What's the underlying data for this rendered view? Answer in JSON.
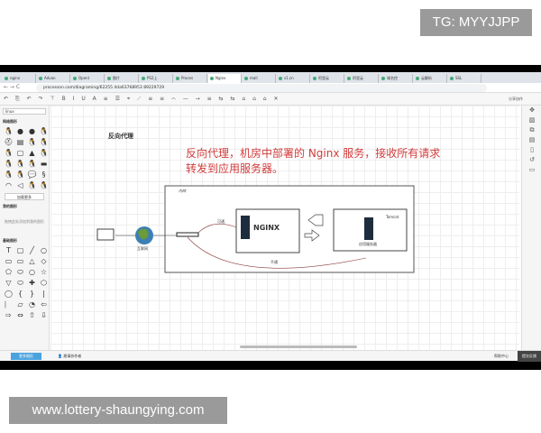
{
  "watermark": "TG: MYYJJPP",
  "site_banner": "www.lottery-shaungying.com",
  "browser": {
    "tabs": [
      {
        "label": "nginx"
      },
      {
        "label": "Advan"
      },
      {
        "label": "OpenI"
      },
      {
        "label": "图片"
      },
      {
        "label": "PS2上"
      },
      {
        "label": "Proces"
      },
      {
        "label": "Nginx",
        "active": true
      },
      {
        "label": "mall"
      },
      {
        "label": "s1.cn"
      },
      {
        "label": "阿里云"
      },
      {
        "label": "阿里云"
      },
      {
        "label": "域名控"
      },
      {
        "label": "云解析"
      },
      {
        "label": "SSL"
      }
    ],
    "url": "processon.com/diagraming/62255 4da63768953 89229729"
  },
  "toolbar": {
    "icons": "↶ ⎘ ↶ ↷ ⊤  B I U A ≡ ☰ ⌖ ⟋ ≡ ≡ ⌒ — → ≡ ⇆ ⇆ ⌂ ⌂ ⌂ ✕",
    "share_label": "分享协作"
  },
  "left_panel": {
    "search_value": "linux",
    "section_network": "网络图形",
    "network_shapes": [
      "🐧",
      "●",
      "●",
      "🐧",
      "⛑",
      "▤",
      "🐧",
      "🐧",
      "🐧",
      "▢",
      "▲",
      "🐧",
      "🐧",
      "🐧",
      "🐧",
      "▬",
      "🐧",
      "🐧",
      "💬",
      "§",
      "◠",
      "◁",
      "🐧",
      "🐧"
    ],
    "load_more": "加载更多",
    "section_mine": "我的图形",
    "mine_hint": "拖拽此处添加到我的图形",
    "section_basic": "基础图形",
    "basic_shapes": [
      "T",
      "▢",
      "╱",
      "○",
      "▭",
      "▭",
      "△",
      "◇",
      "⬠",
      "⬭",
      "○",
      "☆",
      "▽",
      "⬭",
      "✚",
      "⬡",
      "◯",
      "{",
      "}",
      "|",
      "⎸",
      "▱",
      "◔",
      "⇦",
      "⇨",
      "⇔",
      "⇧",
      "⇩"
    ],
    "more_button": "更多图形"
  },
  "diagram": {
    "title": "反向代理",
    "caption_line1": "反向代理，机房中部署的 Nginx 服务，接收所有请求",
    "caption_line2": "转发到应用服务器。",
    "intranet_label": "内网",
    "internet_label": "互联网",
    "nginx_label": "NGINX",
    "tomcat_label": "Tomcat",
    "app_server_label": "应用服务器",
    "pass_label": "可通",
    "block_label": "不通",
    "caption_color": "#d23b3b"
  },
  "bottom": {
    "invite": "邀请协作者",
    "help": "帮助中心",
    "feedback": "提交反馈"
  }
}
